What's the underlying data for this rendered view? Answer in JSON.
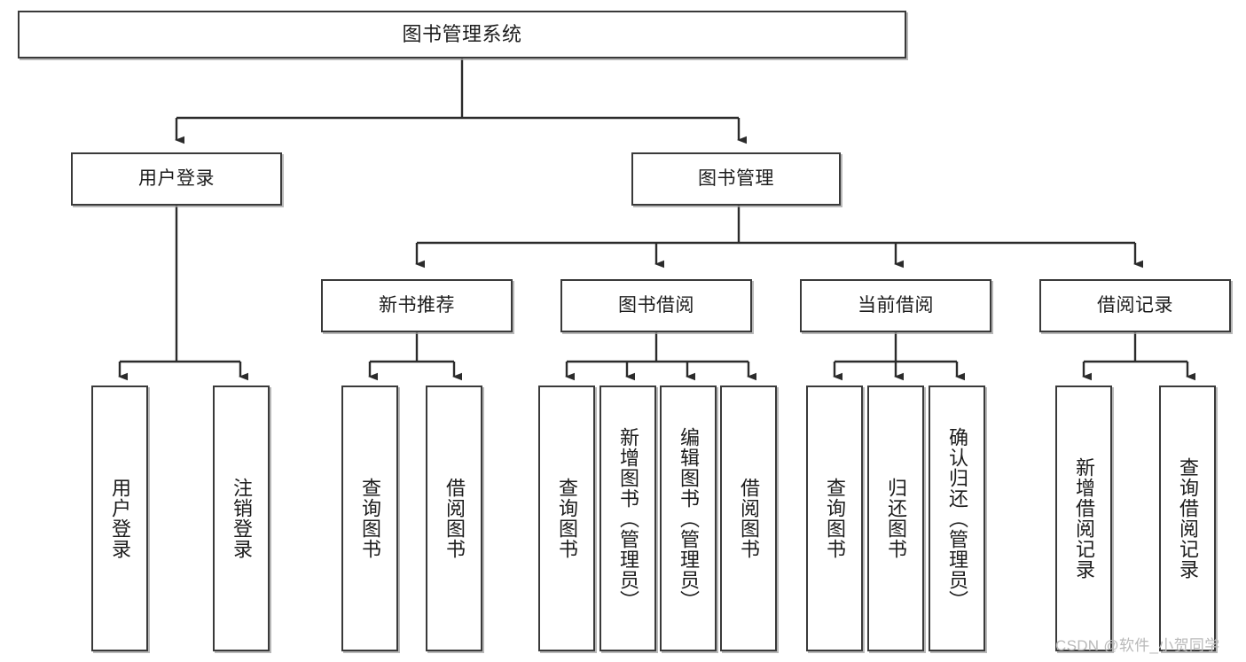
{
  "diagram": {
    "type": "tree-hierarchy-chart",
    "title": "图书管理系统",
    "orientation": "top-down",
    "colors": {
      "box_border": "#3a3a3a",
      "box_fill": "#ffffff",
      "connector": "#2b2b2b",
      "watermark": "#b9b9b9",
      "background": "#ffffff"
    },
    "levels": {
      "level1": [
        {
          "id": "root",
          "label": "图书管理系统"
        }
      ],
      "level2": [
        {
          "id": "user-login",
          "label": "用户登录"
        },
        {
          "id": "book-manage",
          "label": "图书管理"
        }
      ],
      "level3": [
        {
          "id": "new-book-recommend",
          "label": "新书推荐"
        },
        {
          "id": "book-borrow",
          "label": "图书借阅"
        },
        {
          "id": "current-borrow",
          "label": "当前借阅"
        },
        {
          "id": "borrow-record",
          "label": "借阅记录"
        }
      ],
      "level4": [
        {
          "id": "leaf-user-login",
          "label": "用户登录",
          "parent": "user-login"
        },
        {
          "id": "leaf-logout-login",
          "label": "注销登录",
          "parent": "user-login"
        },
        {
          "id": "leaf-query-book-1",
          "label": "查询图书",
          "parent": "new-book-recommend"
        },
        {
          "id": "leaf-borrow-book-1",
          "label": "借阅图书",
          "parent": "new-book-recommend"
        },
        {
          "id": "leaf-query-book-2",
          "label": "查询图书",
          "parent": "book-borrow"
        },
        {
          "id": "leaf-add-book",
          "label": "新增图书（管理员）",
          "parent": "book-borrow"
        },
        {
          "id": "leaf-edit-book",
          "label": "编辑图书（管理员）",
          "parent": "book-borrow"
        },
        {
          "id": "leaf-borrow-book-2",
          "label": "借阅图书",
          "parent": "book-borrow"
        },
        {
          "id": "leaf-query-book-3",
          "label": "查询图书",
          "parent": "current-borrow"
        },
        {
          "id": "leaf-return-book",
          "label": "归还图书",
          "parent": "current-borrow"
        },
        {
          "id": "leaf-confirm-return",
          "label": "确认归还（管理员）",
          "parent": "current-borrow"
        },
        {
          "id": "leaf-add-record",
          "label": "新增借阅记录",
          "parent": "borrow-record"
        },
        {
          "id": "leaf-query-record",
          "label": "查询借阅记录",
          "parent": "borrow-record"
        }
      ]
    }
  },
  "watermark": {
    "text": "CSDN @软件_小贺同学"
  }
}
